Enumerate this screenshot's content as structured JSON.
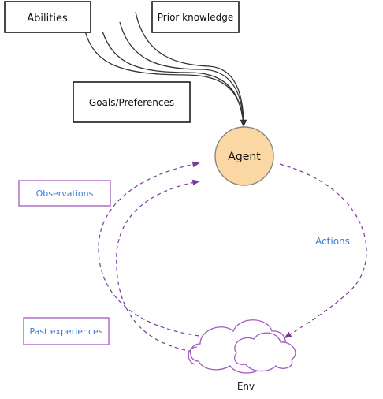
{
  "boxes": {
    "abilities": "Abilities",
    "prior_knowledge": "Prior knowledge",
    "goals": "Goals/Preferences"
  },
  "agent": {
    "label": "Agent"
  },
  "labels": {
    "observations": "Observations",
    "past_experiences": "Past experiences",
    "actions": "Actions",
    "env": "Env"
  },
  "colors": {
    "black_box": "#1a1a1a",
    "purple": "#a05ac0",
    "blue_text": "#3b7bd6",
    "agent_fill": "#fad7a3",
    "agent_stroke": "#888888"
  }
}
